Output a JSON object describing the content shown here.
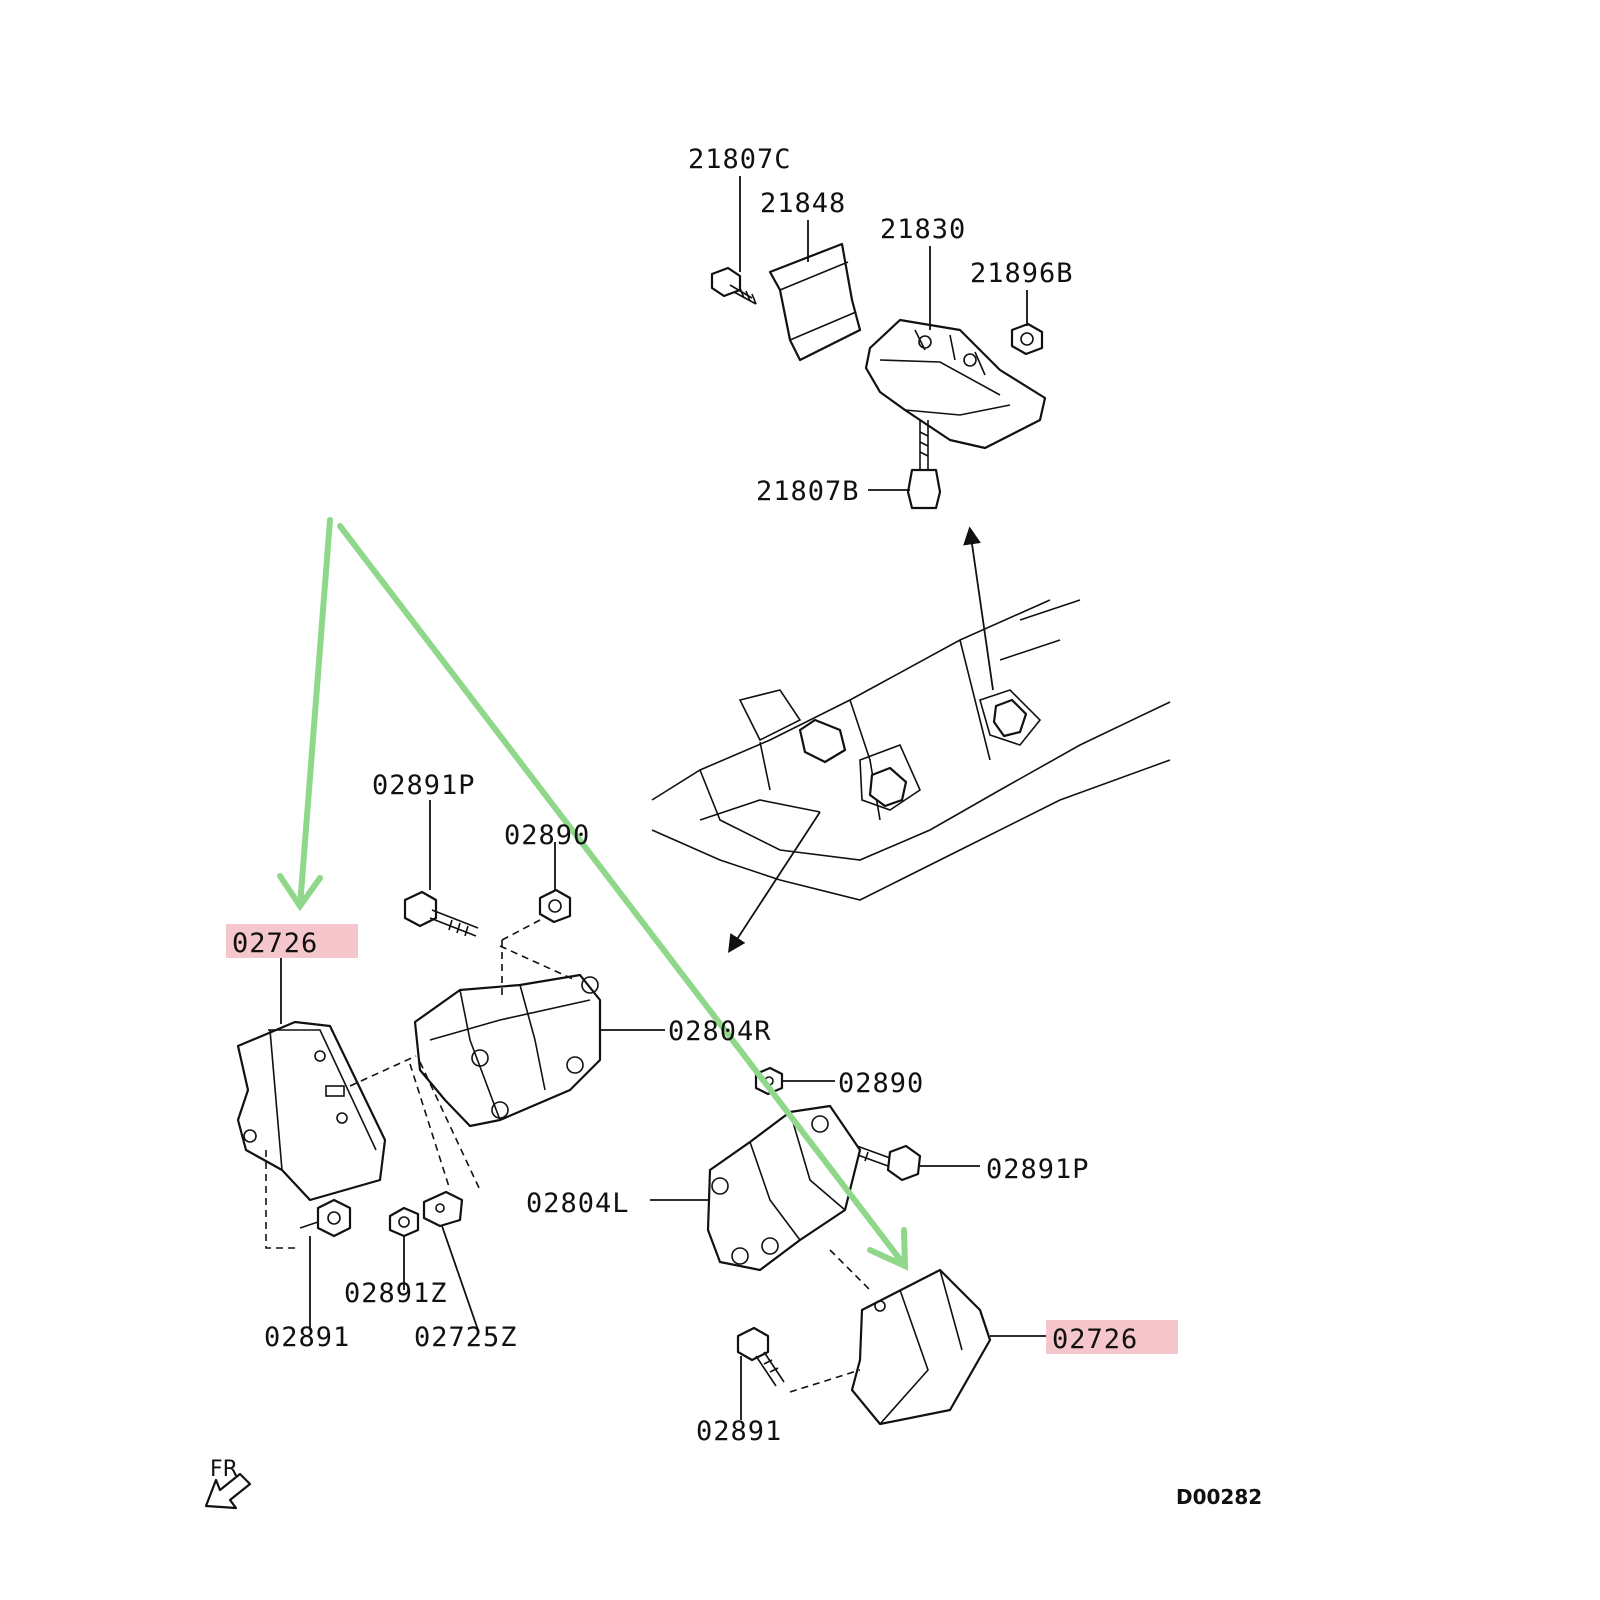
{
  "labels": {
    "top_bolt": "21807C",
    "top_plate": "21848",
    "top_mount": "21830",
    "top_nut": "21896B",
    "top_lower_bolt": "21807B",
    "left_bolt": "02891P",
    "left_nut": "02890",
    "left_insulator": "02726",
    "right_bracket": "02804R",
    "left_bracket": "02804L",
    "center_nut": "02890",
    "center_bolt": "02891P",
    "left_stud": "02891Z",
    "left_bottom_bolt": "02891",
    "left_clip": "02725Z",
    "right_insulator": "02726",
    "right_bottom_bolt": "02891"
  },
  "orientation_label": "FR",
  "diagram_ref": "D00282",
  "highlight_color": "#f5c6cb",
  "annotation_color": "#8fd88a"
}
